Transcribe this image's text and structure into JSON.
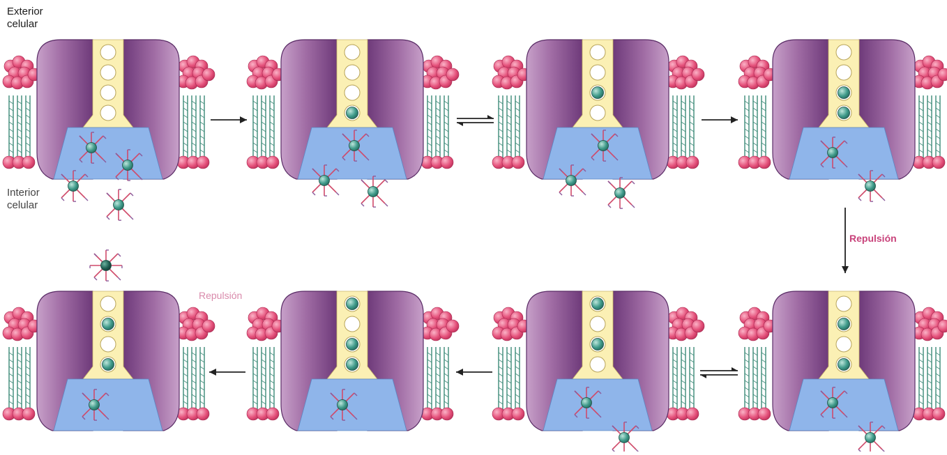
{
  "labels": {
    "exterior": "Exterior celular",
    "interior": "Interior celular",
    "repulsion_arrow": "Repulsión",
    "repulsion_top": "Repulsión"
  },
  "colors": {
    "protein": "#9a5d98",
    "pore": "#fbf0b4",
    "vestibule": "#8fb5ea",
    "lipid_head": "#e4507a",
    "lipid_tail": "#3c8a78",
    "ion": "#3f9a8a",
    "water": "#d04a6a",
    "arrow": "#222222",
    "repulsion_text": "#c8427a"
  },
  "states": [
    {
      "step": 1,
      "pore_sites": [
        "empty",
        "empty",
        "empty",
        "empty"
      ]
    },
    {
      "step": 2,
      "pore_sites": [
        "empty",
        "empty",
        "empty",
        "ion"
      ]
    },
    {
      "step": 3,
      "pore_sites": [
        "empty",
        "empty",
        "ion",
        "empty"
      ]
    },
    {
      "step": 4,
      "pore_sites": [
        "empty",
        "empty",
        "ion",
        "ion"
      ]
    },
    {
      "step": 5,
      "pore_sites": [
        "empty",
        "ion",
        "empty",
        "ion"
      ]
    },
    {
      "step": 6,
      "pore_sites": [
        "ion",
        "empty",
        "ion",
        "empty"
      ]
    },
    {
      "step": 7,
      "pore_sites": [
        "ion",
        "empty",
        "ion",
        "ion"
      ]
    },
    {
      "step": 8,
      "pore_sites": [
        "empty",
        "ion",
        "empty",
        "ion"
      ]
    }
  ],
  "transitions": [
    {
      "from": 1,
      "to": 2,
      "type": "forward"
    },
    {
      "from": 2,
      "to": 3,
      "type": "equilibrium"
    },
    {
      "from": 3,
      "to": 4,
      "type": "forward"
    },
    {
      "from": 4,
      "to": 5,
      "type": "forward"
    },
    {
      "from": 5,
      "to": 6,
      "type": "equilibrium"
    },
    {
      "from": 6,
      "to": 7,
      "type": "forward"
    },
    {
      "from": 7,
      "to": 8,
      "type": "forward"
    }
  ]
}
